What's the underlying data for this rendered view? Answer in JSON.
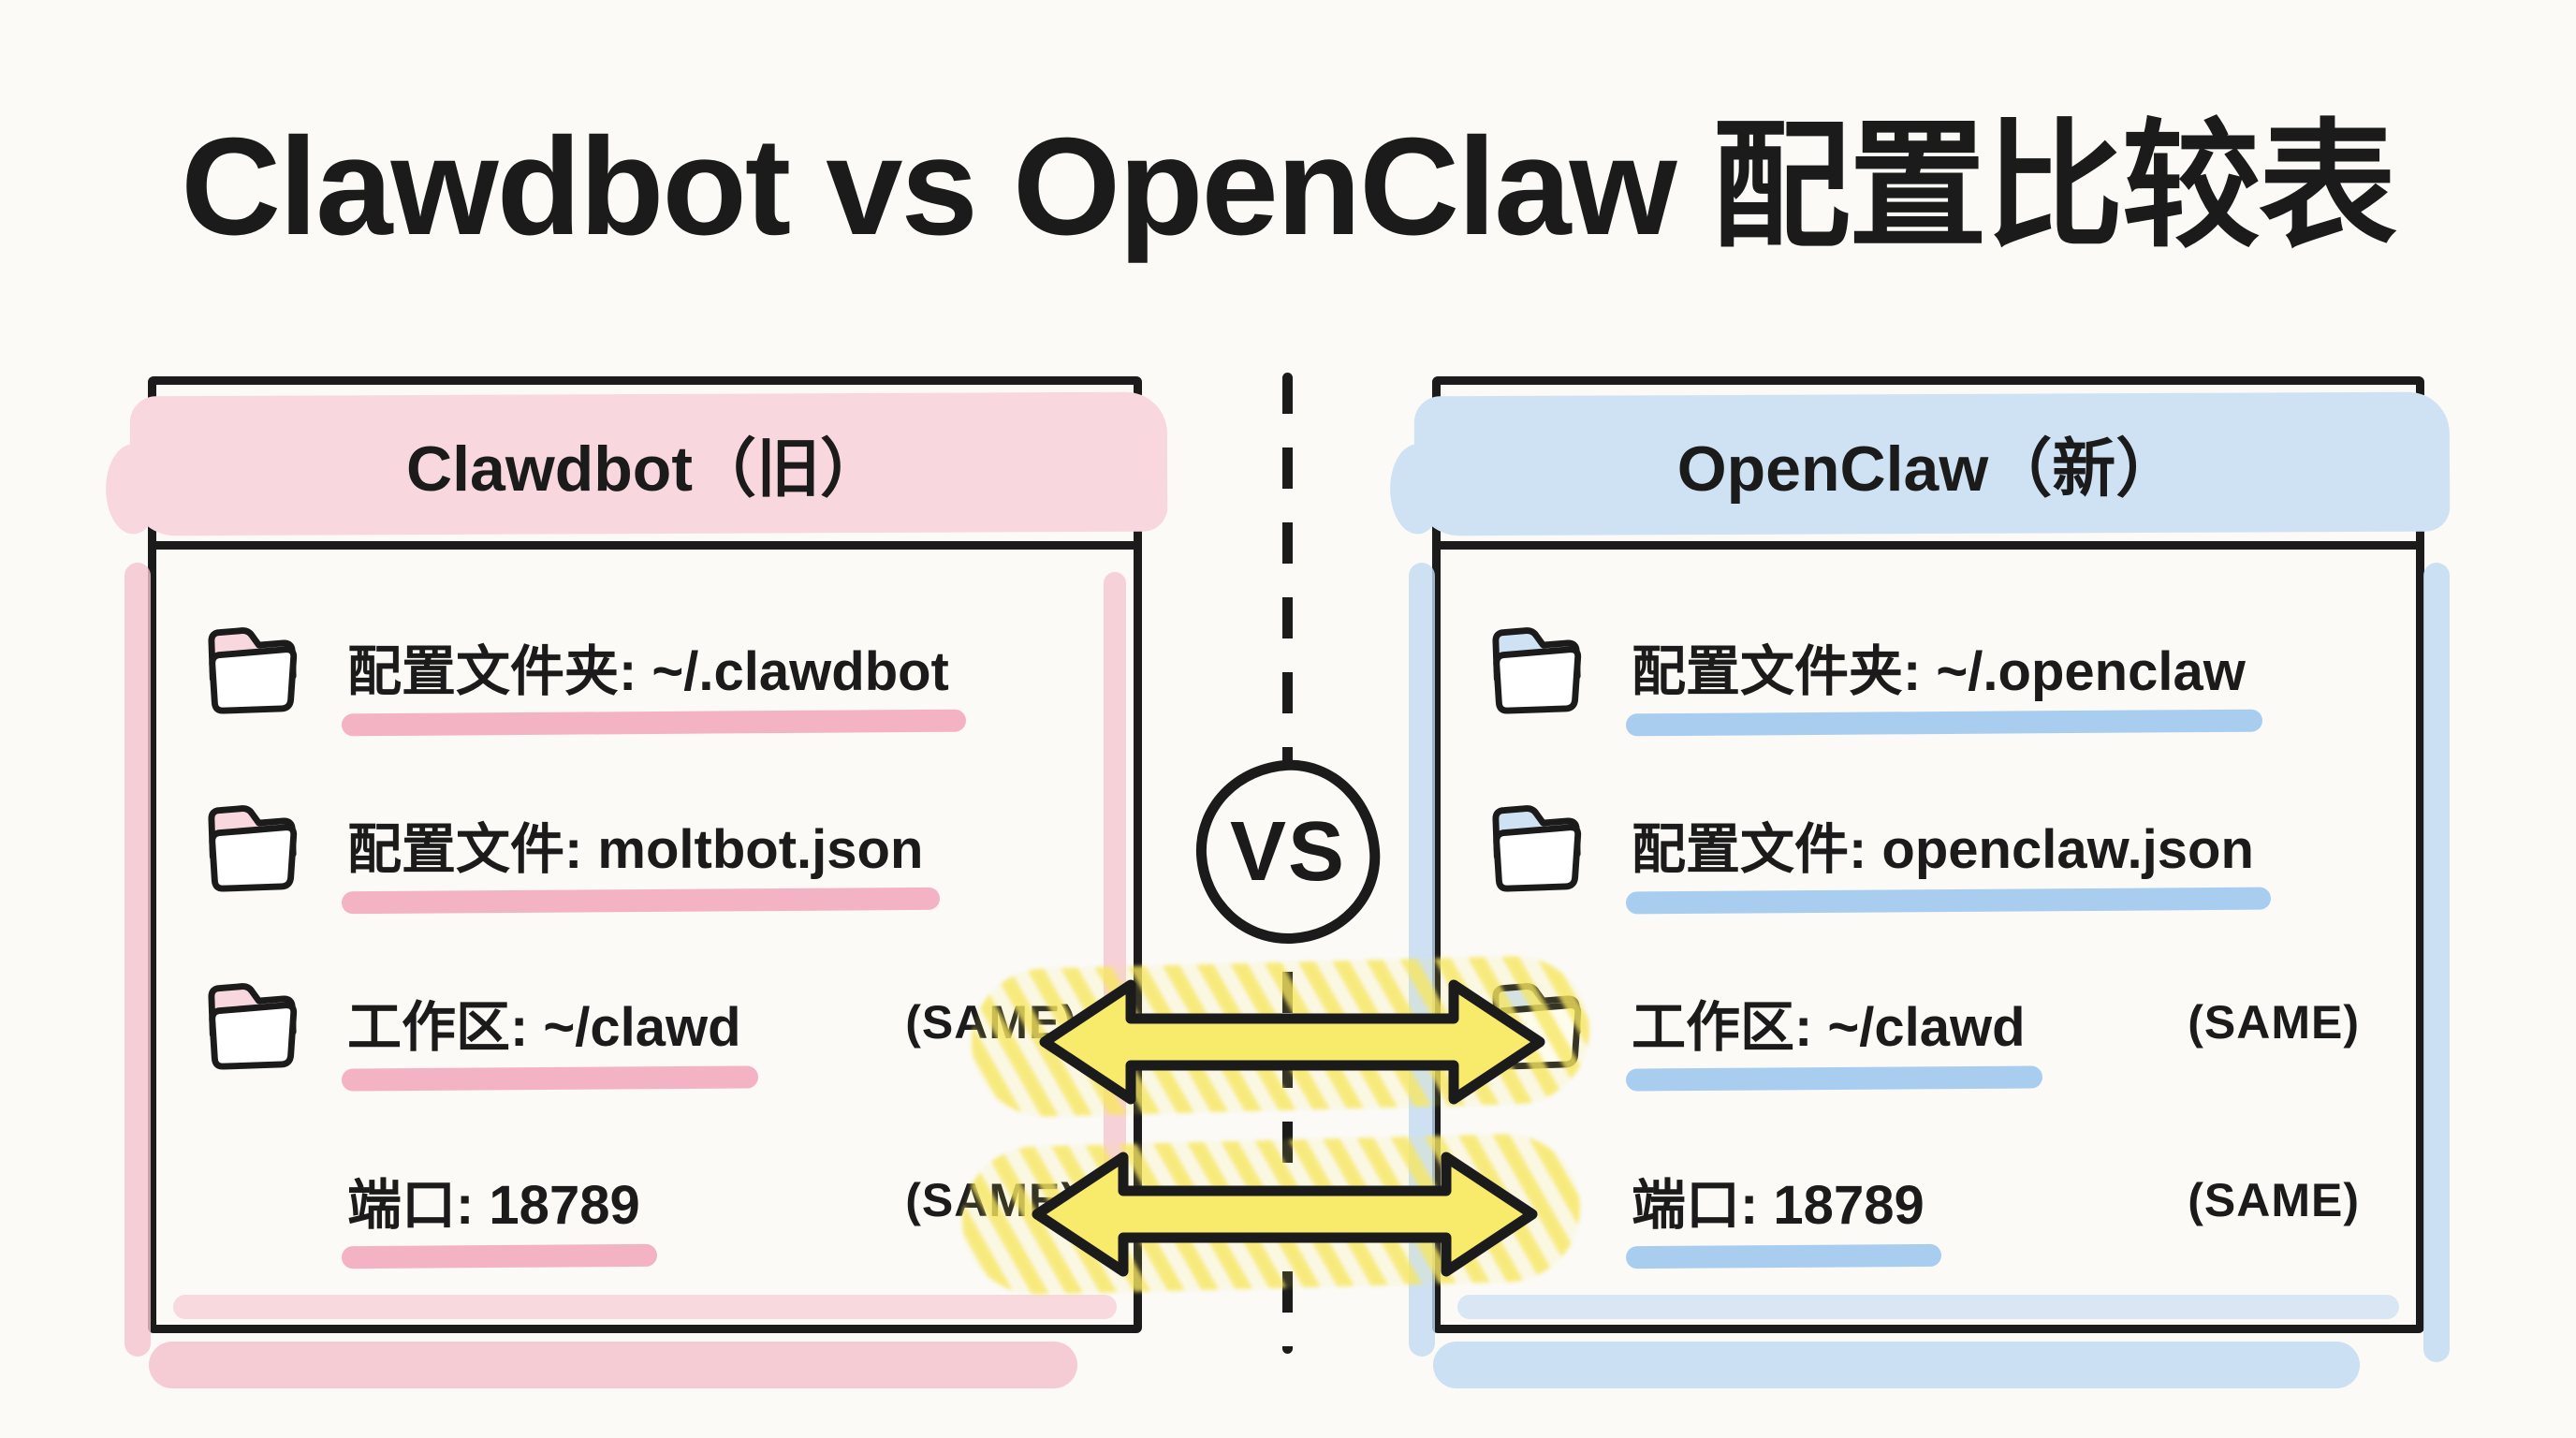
{
  "title": "Clawdbot vs OpenClaw 配置比较表",
  "vs_label": "VS",
  "colors": {
    "ink": "#1b1b1b",
    "paper": "#fbfaf6",
    "pink_wash": "#f8d7de",
    "pink_underline": "#f3b3c2",
    "blue_wash": "#cfe2f4",
    "blue_underline": "#a9cdef",
    "yellow_fill": "#f8ea6a"
  },
  "left_panel": {
    "title": "Clawdbot（旧）",
    "highlight": "pink",
    "rows": [
      {
        "icon": "folder-icon",
        "text": "配置文件夹: ~/.clawdbot",
        "same": ""
      },
      {
        "icon": "folder-icon",
        "text": "配置文件: moltbot.json",
        "same": ""
      },
      {
        "icon": "folder-icon",
        "text": "工作区: ~/clawd",
        "same": "(SAME)"
      },
      {
        "icon": "",
        "text": "端口: 18789",
        "same": "(SAME)"
      }
    ]
  },
  "right_panel": {
    "title": "OpenClaw（新）",
    "highlight": "blue",
    "rows": [
      {
        "icon": "folder-icon",
        "text": "配置文件夹: ~/.openclaw",
        "same": ""
      },
      {
        "icon": "folder-icon",
        "text": "配置文件: openclaw.json",
        "same": ""
      },
      {
        "icon": "folder-icon",
        "text": "工作区: ~/clawd",
        "same": "(SAME)"
      },
      {
        "icon": "",
        "text": "端口: 18789",
        "same": "(SAME)"
      }
    ]
  }
}
